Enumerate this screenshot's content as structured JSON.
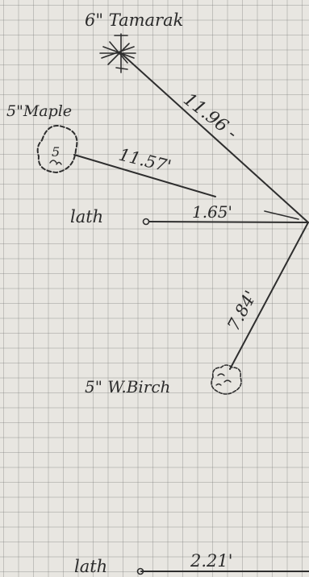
{
  "labels": {
    "tamarack": "6\" Tamarak",
    "maple": "5\"Maple",
    "maple_tag": "5",
    "lath_upper": "lath",
    "birch": "5\" W.Birch",
    "lath_lower": "lath"
  },
  "measurements": {
    "tamarack_dist": "11.96 -",
    "maple_dist": "11.57'",
    "lath_upper_dist": "1.65'",
    "birch_dist": "7.84'",
    "lath_lower_dist": "2.21'"
  }
}
